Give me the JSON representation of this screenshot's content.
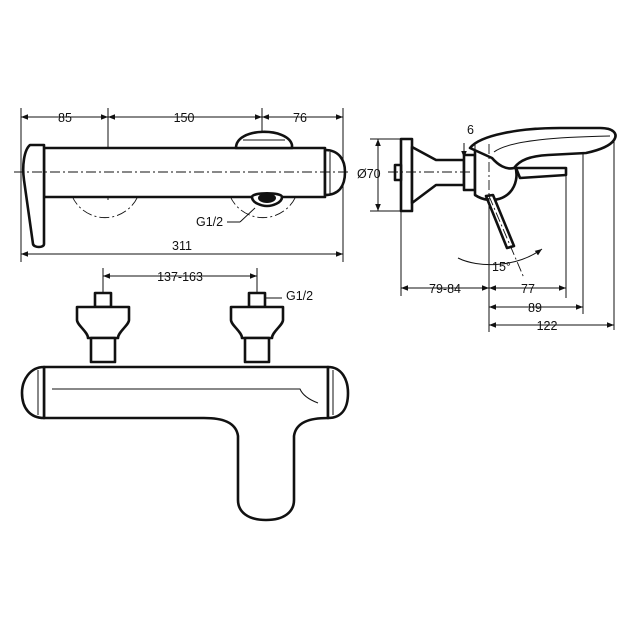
{
  "drawing": {
    "dimensions": {
      "front_left": "85",
      "front_middle": "150",
      "front_right": "76",
      "front_total": "311",
      "inlet_thread_front": "G1/2",
      "top_spacing": "137-163",
      "inlet_thread_top": "G1/2",
      "side_diameter": "Ø70",
      "side_gap": "6",
      "side_angle": "15°",
      "side_projection": "79-84",
      "side_77": "77",
      "side_89": "89",
      "side_122": "122"
    }
  }
}
